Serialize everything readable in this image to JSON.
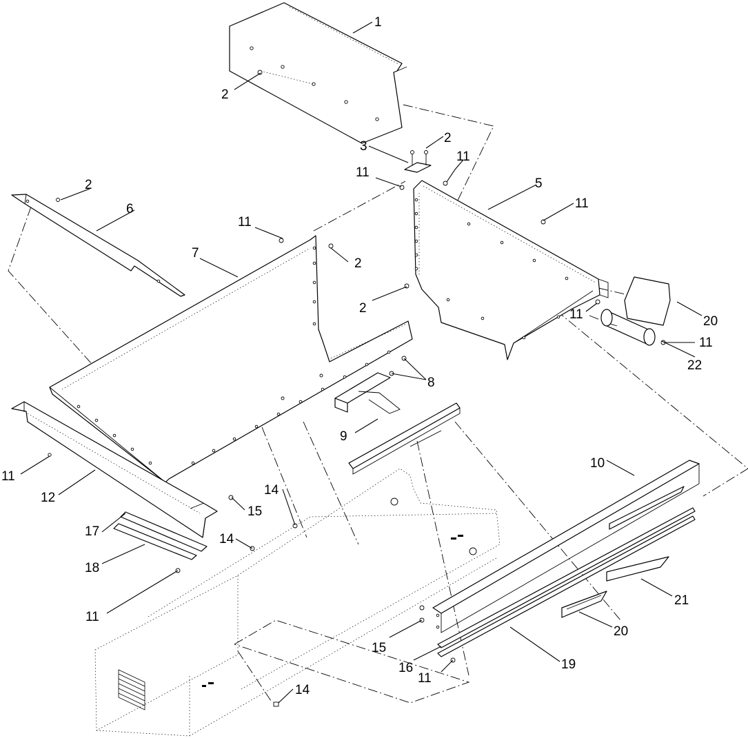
{
  "diagram": {
    "callouts": [
      {
        "id": "c1",
        "text": "1"
      },
      {
        "id": "c2a",
        "text": "2"
      },
      {
        "id": "c2b",
        "text": "2"
      },
      {
        "id": "c3",
        "text": "3"
      },
      {
        "id": "c11a",
        "text": "11"
      },
      {
        "id": "c11b",
        "text": "11"
      },
      {
        "id": "c2c",
        "text": "2"
      },
      {
        "id": "c5",
        "text": "5"
      },
      {
        "id": "c11c",
        "text": "11"
      },
      {
        "id": "c6",
        "text": "6"
      },
      {
        "id": "c11d",
        "text": "11"
      },
      {
        "id": "c7",
        "text": "7"
      },
      {
        "id": "c2d",
        "text": "2"
      },
      {
        "id": "c2e",
        "text": "2"
      },
      {
        "id": "c20a",
        "text": "20"
      },
      {
        "id": "c11e",
        "text": "11"
      },
      {
        "id": "c11f",
        "text": "11"
      },
      {
        "id": "c22",
        "text": "22"
      },
      {
        "id": "c8",
        "text": "8"
      },
      {
        "id": "c9",
        "text": "9"
      },
      {
        "id": "c11g",
        "text": "11"
      },
      {
        "id": "c12",
        "text": "12"
      },
      {
        "id": "c10",
        "text": "10"
      },
      {
        "id": "c14a",
        "text": "14"
      },
      {
        "id": "c15a",
        "text": "15"
      },
      {
        "id": "c17",
        "text": "17"
      },
      {
        "id": "c14b",
        "text": "14"
      },
      {
        "id": "c18",
        "text": "18"
      },
      {
        "id": "c21",
        "text": "21"
      },
      {
        "id": "c11h",
        "text": "11"
      },
      {
        "id": "c20b",
        "text": "20"
      },
      {
        "id": "c15b",
        "text": "15"
      },
      {
        "id": "c16",
        "text": "16"
      },
      {
        "id": "c19",
        "text": "19"
      },
      {
        "id": "c11i",
        "text": "11"
      },
      {
        "id": "c14c",
        "text": "14"
      }
    ]
  }
}
